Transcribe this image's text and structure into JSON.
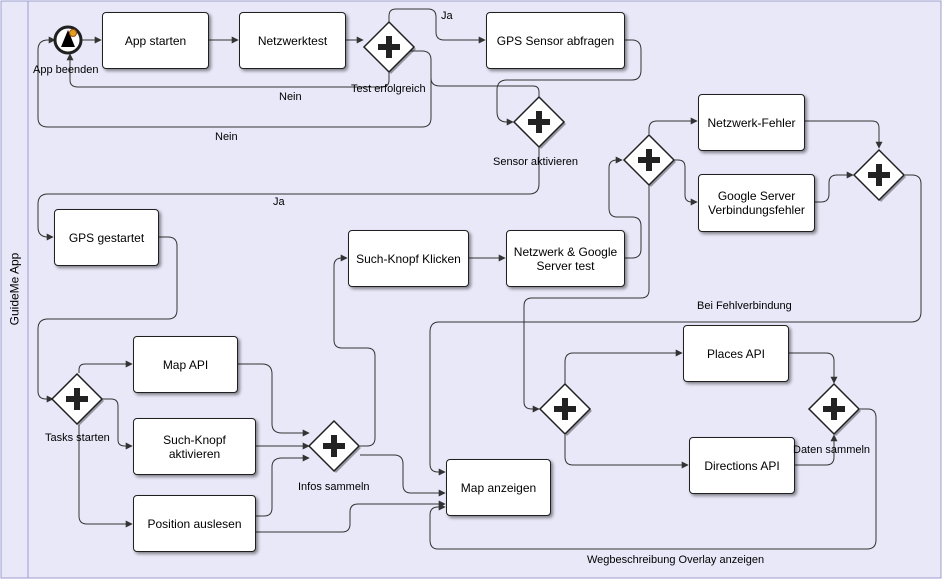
{
  "pool": {
    "title": "GuideMe App"
  },
  "tasks": {
    "app_starten": "App starten",
    "netzwerktest": "Netzwerktest",
    "gps_sensor_abfragen": "GPS Sensor abfragen",
    "gps_gestartet": "GPS gestartet",
    "such_knopf_klicken": "Such-Knopf Klicken",
    "netzwerk_google_server_test": "Netzwerk & Google Server test",
    "netzwerk_fehler": "Netzwerk-Fehler",
    "google_server_verbindungsfehler": "Google Server Verbindungsfehler",
    "map_api": "Map API",
    "such_knopf_aktivieren": "Such-Knopf aktivieren",
    "position_auslesen": "Position auslesen",
    "map_anzeigen": "Map anzeigen",
    "places_api": "Places API",
    "directions_api": "Directions API"
  },
  "gateways": {
    "test_erfolgreich": "Test erfolgreich",
    "sensor_aktivieren": "Sensor aktivieren",
    "tasks_starten": "Tasks starten",
    "infos_sammeln": "Infos sammeln",
    "daten_sammeln": "Daten sammeln"
  },
  "events": {
    "app_beenden": "App beenden"
  },
  "flow_labels": {
    "ja_top": "Ja",
    "nein_1": "Nein",
    "nein_2": "Nein",
    "ja_gps": "Ja",
    "bei_fehlverbindung": "Bei Fehlverbindung",
    "wegbeschreibung": "Wegbeschreibung Overlay anzeigen"
  },
  "colors": {
    "lane_fill": "#e8e8f8",
    "lane_border": "#9c9ccf",
    "gateway_fill": "#ffffff",
    "line": "#333333"
  }
}
